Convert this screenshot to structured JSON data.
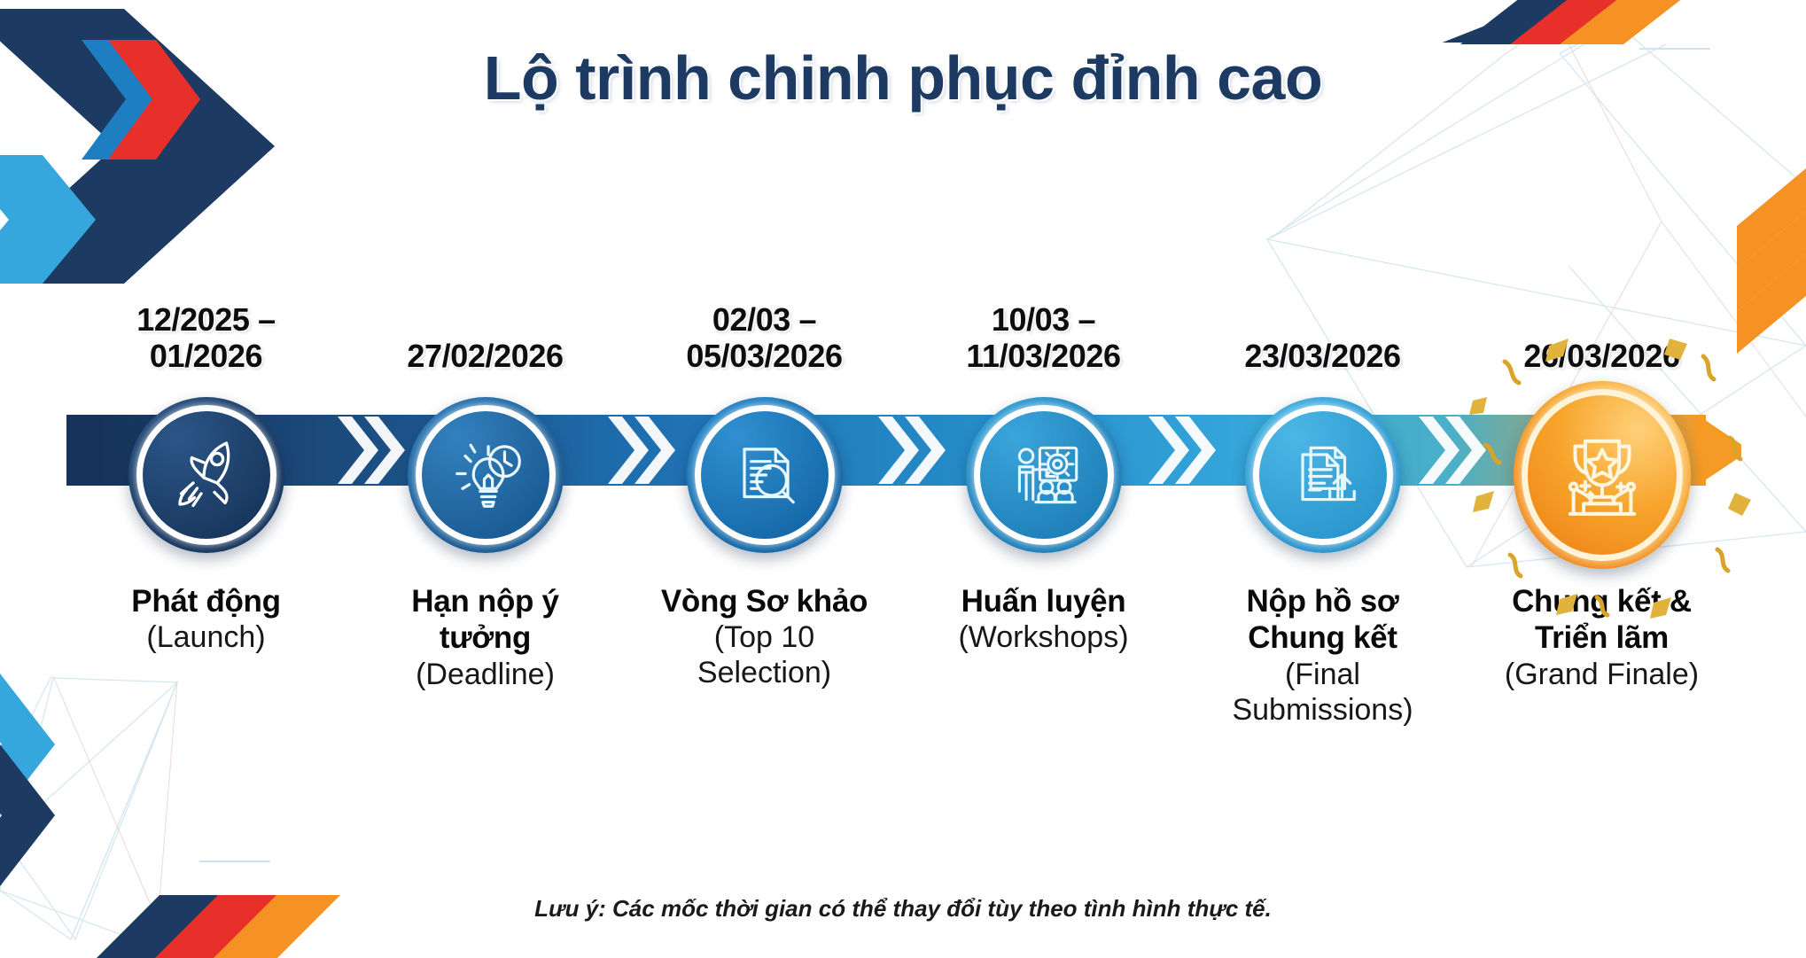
{
  "header": {
    "title": "Lộ trình chinh phục đỉnh cao"
  },
  "footnote": {
    "text": "Lưu ý: Các mốc thời gian có thể thay đổi tùy theo tình hình thực tế."
  },
  "colors": {
    "title": "#1d3a62",
    "navy": "#1d3a62",
    "blue_dark": "#1d5a96",
    "blue_mid": "#1f72b5",
    "blue_light": "#2a8fc9",
    "blue_lighter": "#35a7dd",
    "orange": "#f59223",
    "orange_deep": "#ef7f1a",
    "red": "#e8302a",
    "ribbon_start": "#17365d",
    "ribbon_end": "#f59a25"
  },
  "timeline": {
    "steps": [
      {
        "id": "launch",
        "date": "12/2025 –\n01/2026",
        "label_vn": "Phát động",
        "label_en": "(Launch)",
        "icon": "rocket-icon",
        "circle_color_start": "#254a77",
        "circle_color_end": "#17365d"
      },
      {
        "id": "idea-deadline",
        "date": "27/02/2026",
        "label_vn": "Hạn nộp ý\ntưởng",
        "label_en": "(Deadline)",
        "icon": "lightbulb-clock-icon",
        "circle_color_start": "#2a74b0",
        "circle_color_end": "#1a5a93"
      },
      {
        "id": "preliminary-round",
        "date": "02/03 –\n05/03/2026",
        "label_vn": "Vòng Sơ khảo",
        "label_en": "(Top 10\nSelection)",
        "icon": "document-search-icon",
        "circle_color_start": "#2482c5",
        "circle_color_end": "#1668a8"
      },
      {
        "id": "workshops",
        "date": "10/03 –\n11/03/2026",
        "label_vn": "Huấn luyện",
        "label_en": "(Workshops)",
        "icon": "presentation-training-icon",
        "circle_color_start": "#2e97cf",
        "circle_color_end": "#1f7fb8"
      },
      {
        "id": "final-submission",
        "date": "23/03/2026",
        "label_vn": "Nộp hồ sơ\nChung kết",
        "label_en": "(Final\nSubmissions)",
        "icon": "document-upload-icon",
        "circle_color_start": "#40acdf",
        "circle_color_end": "#2b96cd"
      },
      {
        "id": "grand-finale",
        "date": "26/03/2026",
        "label_vn": "Chung kết &\nTriển lãm",
        "label_en": "(Grand Finale)",
        "icon": "trophy-icon",
        "circle_color_start": "#fbb040",
        "circle_color_end": "#f07d14"
      }
    ]
  }
}
